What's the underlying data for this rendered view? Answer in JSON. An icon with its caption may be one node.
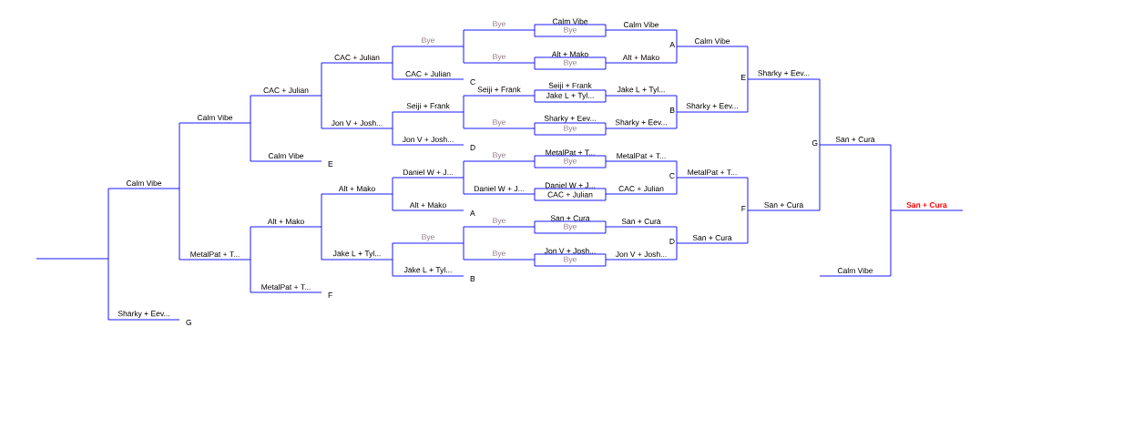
{
  "diagram": {
    "nodes": [
      {
        "text": [
          "Calm Vibe",
          "Bye"
        ]
      },
      {
        "text": [
          "Alt + Mako",
          "Bye"
        ]
      },
      {
        "text": [
          "Seiji + Frank",
          "Jake L + Tyl..."
        ]
      },
      {
        "text": [
          "Sharky + Eev...",
          "Bye"
        ]
      },
      {
        "text": [
          "MetalPat + T...",
          "Bye"
        ]
      },
      {
        "text": [
          "Daniel W + J...",
          "CAC + Julian"
        ]
      },
      {
        "text": [
          "San + Cura",
          "Bye"
        ]
      },
      {
        "text": [
          "Jon V + Josh...",
          "Bye"
        ]
      },
      {
        "text": [
          "Calm Vibe"
        ]
      },
      {
        "text": [
          "Alt + Mako"
        ]
      },
      {
        "text": [
          "Jake L + Tyl..."
        ]
      },
      {
        "text": [
          "Sharky + Eev..."
        ]
      },
      {
        "text": [
          "MetalPat + T..."
        ]
      },
      {
        "text": [
          "CAC + Julian"
        ]
      },
      {
        "text": [
          "San + Cura"
        ]
      },
      {
        "text": [
          "Jon V + Josh..."
        ]
      },
      {
        "text": [
          "Calm Vibe"
        ],
        "beside": [
          "A"
        ]
      },
      {
        "text": [
          "Sharky + Eev..."
        ],
        "beside": [
          "B"
        ]
      },
      {
        "text": [
          "MetalPat + T..."
        ],
        "beside": [
          "C"
        ]
      },
      {
        "text": [
          "San + Cura"
        ],
        "beside": [
          "D"
        ]
      },
      {
        "text": [
          "Sharky + Eev..."
        ],
        "beside": [
          "E"
        ]
      },
      {
        "text": [
          "San + Cura"
        ],
        "beside": [
          "F"
        ]
      },
      {
        "text": [
          "San + Cura"
        ],
        "beside": [
          "G"
        ]
      },
      {
        "text": [
          "Calm Vibe"
        ]
      },
      {
        "text": [
          "San + Cura"
        ]
      },
      {
        "text": [
          "Bye"
        ]
      },
      {
        "text": [
          "Bye"
        ]
      },
      {
        "text": [
          "Seiji + Frank"
        ]
      },
      {
        "text": [
          "Bye"
        ]
      },
      {
        "text": [
          "Bye"
        ]
      },
      {
        "text": [
          "Daniel W + J..."
        ]
      },
      {
        "text": [
          "Bye"
        ]
      },
      {
        "text": [
          "Bye"
        ]
      },
      {
        "text": [
          "Bye"
        ]
      },
      {
        "text": [
          "CAC + Julian"
        ],
        "beside": [
          "C"
        ]
      },
      {
        "text": [
          "Seiji + Frank"
        ]
      },
      {
        "text": [
          "Jon V + Josh..."
        ],
        "beside": [
          "D"
        ]
      },
      {
        "text": [
          "Daniel W + J..."
        ]
      },
      {
        "text": [
          "Alt + Mako"
        ],
        "beside": [
          "A"
        ]
      },
      {
        "text": [
          "Bye"
        ]
      },
      {
        "text": [
          "Jake L + Tyl..."
        ],
        "beside": [
          "B"
        ]
      },
      {
        "text": [
          "CAC + Julian"
        ]
      },
      {
        "text": [
          "Jon V + Josh..."
        ]
      },
      {
        "text": [
          "Alt + Mako"
        ]
      },
      {
        "text": [
          "Jake L + Tyl..."
        ]
      },
      {
        "text": [
          "CAC + Julian"
        ]
      },
      {
        "text": [
          "Calm Vibe"
        ],
        "beside": [
          "E"
        ]
      },
      {
        "text": [
          "Alt + Mako"
        ]
      },
      {
        "text": [
          "MetalPat + T..."
        ],
        "beside": [
          "F"
        ]
      },
      {
        "text": [
          "Calm Vibe"
        ]
      },
      {
        "text": [
          "MetalPat + T..."
        ]
      },
      {
        "text": [
          "Calm Vibe"
        ]
      },
      {
        "text": [
          "Sharky + Eev..."
        ],
        "beside": [
          "G"
        ]
      },
      {
        "text": [],
        "shape": "bar"
      }
    ],
    "edges": [
      {
        "from": 8,
        "to": 16,
        "arrow": "none"
      },
      {
        "from": 9,
        "to": 16,
        "arrow": "none"
      },
      {
        "from": 10,
        "to": 17,
        "arrow": "none"
      },
      {
        "from": 11,
        "to": 17,
        "arrow": "none"
      },
      {
        "from": 12,
        "to": 18,
        "arrow": "none"
      },
      {
        "from": 13,
        "to": 18,
        "arrow": "none"
      },
      {
        "from": 14,
        "to": 19,
        "arrow": "none"
      },
      {
        "from": 15,
        "to": 19,
        "arrow": "none"
      },
      {
        "from": 16,
        "to": 20,
        "arrow": "none"
      },
      {
        "from": 17,
        "to": 20,
        "arrow": "none"
      },
      {
        "from": 18,
        "to": 21,
        "arrow": "none"
      },
      {
        "from": 19,
        "to": 21,
        "arrow": "none"
      },
      {
        "from": 20,
        "to": 22,
        "arrow": "none"
      },
      {
        "from": 21,
        "to": 22,
        "arrow": "none"
      },
      {
        "from": 22,
        "to": 24,
        "arrow": "none"
      },
      {
        "from": 23,
        "to": 24,
        "arrow": "none"
      },
      {
        "from": 25,
        "to": 33,
        "arrow": "none"
      },
      {
        "from": 26,
        "to": 33,
        "arrow": "none"
      },
      {
        "from": 27,
        "to": 35,
        "arrow": "none"
      },
      {
        "from": 28,
        "to": 35,
        "arrow": "none"
      },
      {
        "from": 29,
        "to": 37,
        "arrow": "none"
      },
      {
        "from": 30,
        "to": 37,
        "arrow": "none"
      },
      {
        "from": 31,
        "to": 39,
        "arrow": "none"
      },
      {
        "from": 32,
        "to": 39,
        "arrow": "none"
      },
      {
        "from": 33,
        "to": 41,
        "arrow": "none"
      },
      {
        "from": 34,
        "to": 41,
        "arrow": "none"
      },
      {
        "from": 35,
        "to": 42,
        "arrow": "none"
      },
      {
        "from": 36,
        "to": 42,
        "arrow": "none"
      },
      {
        "from": 37,
        "to": 43,
        "arrow": "none"
      },
      {
        "from": 38,
        "to": 43,
        "arrow": "none"
      },
      {
        "from": 39,
        "to": 44,
        "arrow": "none"
      },
      {
        "from": 40,
        "to": 44,
        "arrow": "none"
      },
      {
        "from": 41,
        "to": 45,
        "arrow": "none"
      },
      {
        "from": 42,
        "to": 45,
        "arrow": "none"
      },
      {
        "from": 43,
        "to": 47,
        "arrow": "none"
      },
      {
        "from": 44,
        "to": 47,
        "arrow": "none"
      },
      {
        "from": 45,
        "to": 49,
        "arrow": "none"
      },
      {
        "from": 46,
        "to": 49,
        "arrow": "none"
      },
      {
        "from": 47,
        "to": 50,
        "arrow": "none"
      },
      {
        "from": 48,
        "to": 50,
        "arrow": "none"
      },
      {
        "from": 49,
        "to": 51,
        "arrow": "none"
      },
      {
        "from": 50,
        "to": 51,
        "arrow": "none"
      },
      {
        "from": 51,
        "to": 53,
        "arrow": "none"
      },
      {
        "from": 52,
        "to": 53,
        "arrow": "none"
      }
    ]
  }
}
